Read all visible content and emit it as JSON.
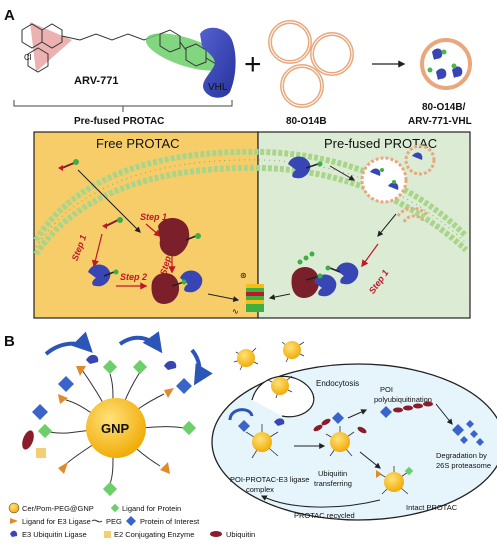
{
  "panel_a": {
    "letter": "A",
    "drug_name": "ARV-771",
    "vhl_label": "VHL",
    "prefused_label": "Pre-fused PROTAC",
    "lipid_label": "80-O14B",
    "product_label_1": "80-O14B/",
    "product_label_2": "ARV-771-VHL",
    "free_title": "Free PROTAC",
    "prefused_title": "Pre-fused PROTAC",
    "step1": "Step 1",
    "step2": "Step 2"
  },
  "panel_b": {
    "letter": "B",
    "gnp_label": "GNP",
    "endocytosis": "Endocytosis",
    "poi_polyubiquitination_1": "POI",
    "poi_polyubiquitination_2": "polyubiquitination",
    "degradation_1": "Degradation by",
    "degradation_2": "26S proteasome",
    "complex_1": "POI-PROTAC-E3 ligase",
    "complex_2": "complex",
    "ub_transfer_1": "Ubiquitin",
    "ub_transfer_2": "transferring",
    "intact": "Intact PROTAC",
    "recycled": "PROTAC recycled",
    "legend": {
      "cer_pom": "Cer/Pom-PEG@GNP",
      "ligand_protein": "Ligand for Protein",
      "ligand_e3": "Ligand for E3 Ligase",
      "peg": "PEG",
      "poi": "Protein of Interest",
      "e3": "E3 Ubiquitin Ligase",
      "e2": "E2 Conjugating Enzyme",
      "ubiquitin": "Ubiquitin"
    }
  },
  "colors": {
    "free_bg": "#f7cd6a",
    "prefused_bg": "#dcecd4",
    "membrane": "#a9d58b",
    "vhl_blue": "#3846b5",
    "gnp_gold": "#f6bd16",
    "poi_dark": "#7b1f2a",
    "step_red": "#c0182b",
    "cell_bg": "#e6f4fb"
  }
}
